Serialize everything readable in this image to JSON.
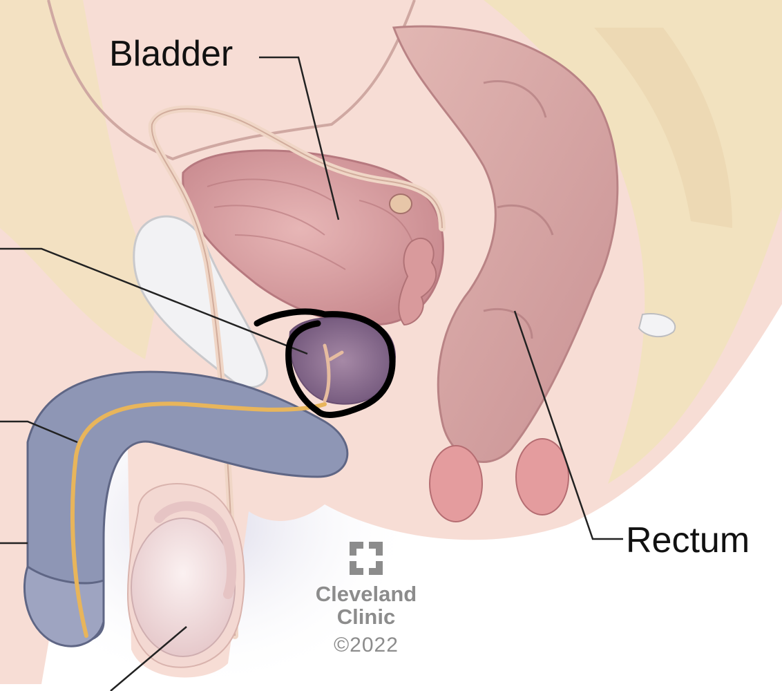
{
  "labels": {
    "bladder": "Bladder",
    "rectum": "Rectum"
  },
  "logo": {
    "line1": "Cleveland",
    "line2": "Clinic",
    "copyright": "©2022",
    "icon": "cleveland-clinic-cross-icon"
  },
  "colors": {
    "bladder": "#d9a2a4",
    "rectum": "#d9a8a8",
    "tissue": "#f6dcd4",
    "fat": "#f3e0c0",
    "penis": "#8a93b3",
    "urethra": "#e6b25c",
    "prostate": "#8f6f96",
    "highlight_stroke": "#000000"
  }
}
